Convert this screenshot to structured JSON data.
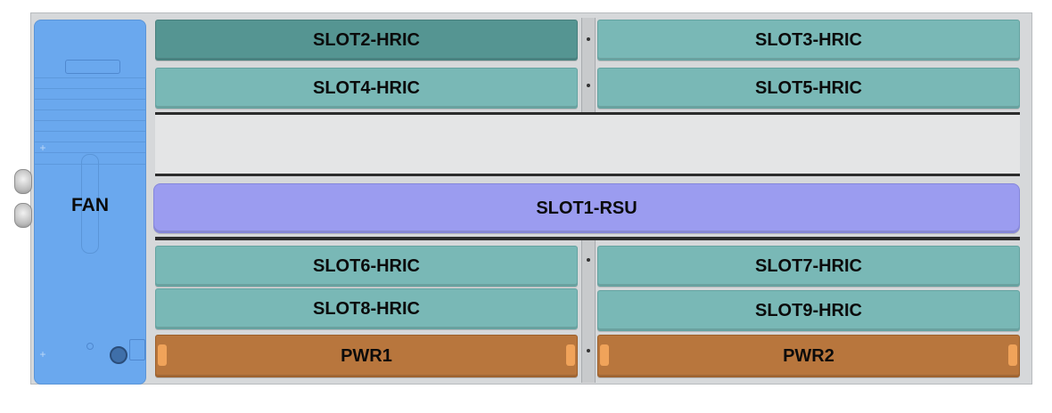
{
  "fan": {
    "label": "FAN"
  },
  "slots": {
    "slot2": "SLOT2-HRIC",
    "slot3": "SLOT3-HRIC",
    "slot4": "SLOT4-HRIC",
    "slot5": "SLOT5-HRIC",
    "slot1": "SLOT1-RSU",
    "slot6": "SLOT6-HRIC",
    "slot7": "SLOT7-HRIC",
    "slot8": "SLOT8-HRIC",
    "slot9": "SLOT9-HRIC",
    "pwr1": "PWR1",
    "pwr2": "PWR2"
  },
  "colors": {
    "fan": "#6aa8ee",
    "hric": "#79b8b6",
    "hric_selected": "#559592",
    "rsu": "#9b9cf0",
    "pwr": "#b8763d"
  }
}
